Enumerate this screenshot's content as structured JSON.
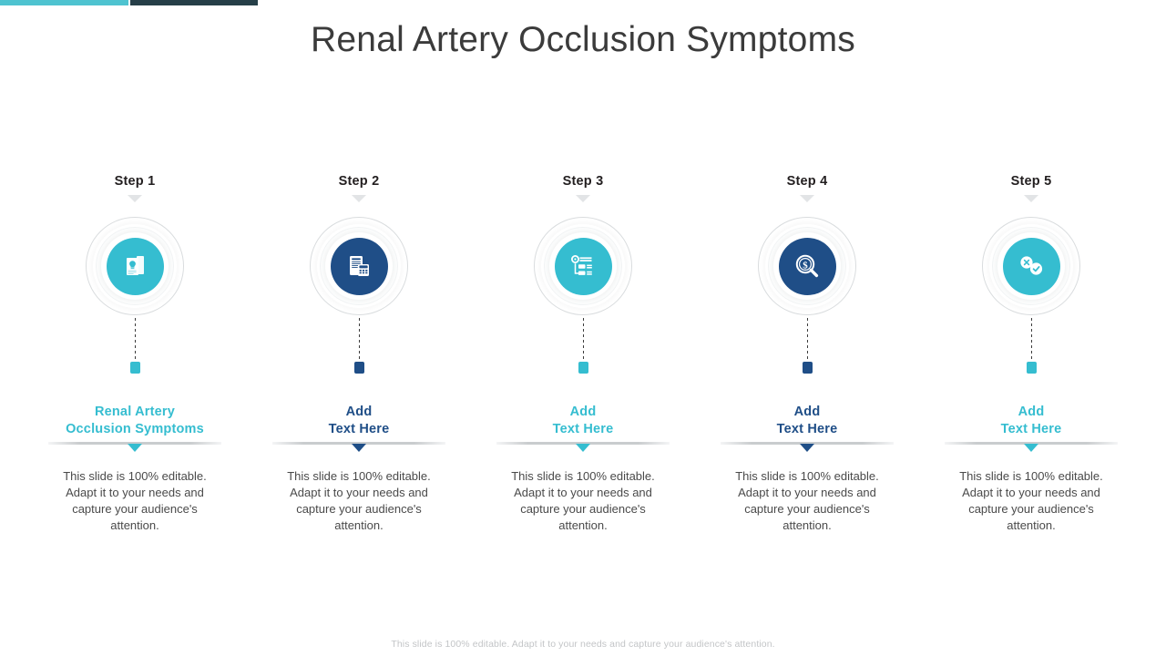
{
  "topbar": {
    "accent_cyan": "#4ec3d0",
    "accent_dark": "#263f48",
    "cyan_label": "progress-bar-cyan",
    "dark_label": "progress-bar-dark"
  },
  "header": {
    "title": "Renal Artery Occlusion Symptoms"
  },
  "theme": {
    "cyan": "#35bdd0",
    "navy": "#1f4e87",
    "text_dark": "#231f20",
    "body_text": "#4a4a4a",
    "divider": "#c9ccce",
    "ring": "#d9dcde"
  },
  "steps": [
    {
      "step_label": "Step 1",
      "heading": "Renal Artery\nOcclusion Symptoms",
      "body": "This slide is 100% editable. Adapt it to your needs and capture your audience's attention.",
      "color": "#35bdd0",
      "icon": "document-lightbulb-icon",
      "node_color": "#35bdd0"
    },
    {
      "step_label": "Step 2",
      "heading": "Add\nText Here",
      "body": "This slide is 100% editable. Adapt it to your needs and capture your audience's attention.",
      "color": "#1f4e87",
      "icon": "document-calculator-icon",
      "node_color": "#1f4e87"
    },
    {
      "step_label": "Step 3",
      "heading": "Add\nText Here",
      "body": "This slide is 100% editable. Adapt it to your needs and capture your audience's attention.",
      "color": "#35bdd0",
      "icon": "flowchart-hierarchy-icon",
      "node_color": "#35bdd0"
    },
    {
      "step_label": "Step 4",
      "heading": "Add\nText Here",
      "body": "This slide is 100% editable. Adapt it to your needs and capture your audience's attention.",
      "color": "#1f4e87",
      "icon": "magnifier-dollar-icon",
      "node_color": "#1f4e87"
    },
    {
      "step_label": "Step 5",
      "heading": "Add\nText Here",
      "body": "This slide is 100% editable. Adapt it to your needs and capture your audience's attention.",
      "color": "#35bdd0",
      "icon": "cross-check-circles-icon",
      "node_color": "#35bdd0"
    }
  ],
  "footer": {
    "note": "This slide is 100% editable. Adapt it to your needs and capture your audience's attention."
  }
}
